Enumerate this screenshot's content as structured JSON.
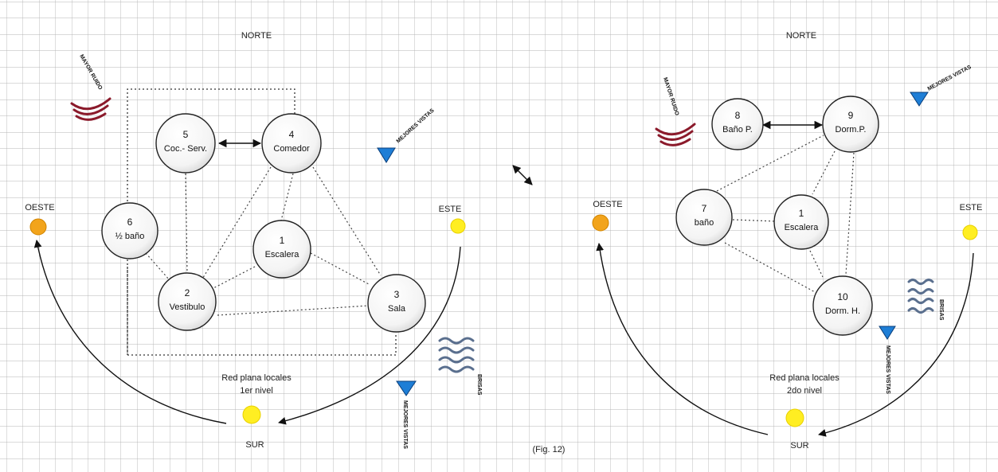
{
  "left_plan": {
    "north": "NORTE",
    "south": "SUR",
    "west": "OESTE",
    "east": "ESTE",
    "noise_label": "MAYOR RUIDO",
    "views_label_top": "MEJORES VISTAS",
    "views_label_bottom": "MEJORES VISTAS",
    "breeze_label": "BRISAS",
    "caption_line1": "Red plana locales",
    "caption_line2": "1er nivel",
    "nodes": [
      {
        "num": "5",
        "name": "Coc.- Serv."
      },
      {
        "num": "4",
        "name": "Comedor"
      },
      {
        "num": "6",
        "name": "½ baño"
      },
      {
        "num": "1",
        "name": "Escalera"
      },
      {
        "num": "2",
        "name": "Vestibulo"
      },
      {
        "num": "3",
        "name": "Sala"
      }
    ]
  },
  "right_plan": {
    "north": "NORTE",
    "south": "SUR",
    "west": "OESTE",
    "east": "ESTE",
    "noise_label": "MAYOR RUIDO",
    "views_label_top": "MEJORES VISTAS",
    "views_label_bottom": "MEJORES VISTAS",
    "breeze_label": "BRISAS",
    "caption_line1": "Red plana locales",
    "caption_line2": "2do nivel",
    "nodes": [
      {
        "num": "8",
        "name": "Baño P."
      },
      {
        "num": "9",
        "name": "Dorm.P."
      },
      {
        "num": "7",
        "name": "baño"
      },
      {
        "num": "1",
        "name": "Escalera"
      },
      {
        "num": "10",
        "name": "Dorm. H."
      }
    ]
  },
  "figure_label": "(Fig. 12)",
  "colors": {
    "grid": "#b5b5b5",
    "sun_west": "#f2a41c",
    "sun_east": "#ffee22",
    "noise": "#8b1a2b",
    "views": "#1e7ed6",
    "breeze": "#5a6f8e"
  }
}
